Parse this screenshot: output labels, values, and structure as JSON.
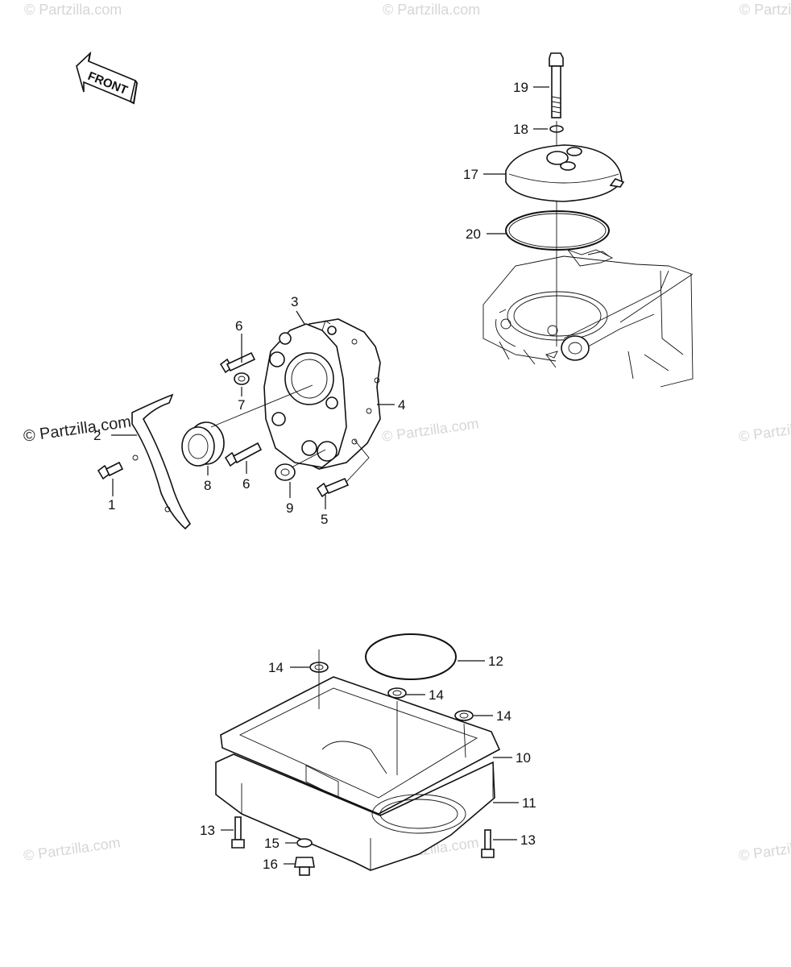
{
  "front_label": "FRONT",
  "watermark": "© Partzilla.com",
  "callouts": {
    "c1": "1",
    "c2": "2",
    "c3": "3",
    "c4": "4",
    "c5": "5",
    "c6a": "6",
    "c6b": "6",
    "c7": "7",
    "c8": "8",
    "c9": "9",
    "c10": "10",
    "c11": "11",
    "c12": "12",
    "c13a": "13",
    "c13b": "13",
    "c14a": "14",
    "c14b": "14",
    "c14c": "14",
    "c15": "15",
    "c16": "16",
    "c17": "17",
    "c18": "18",
    "c19": "19",
    "c20": "20"
  }
}
